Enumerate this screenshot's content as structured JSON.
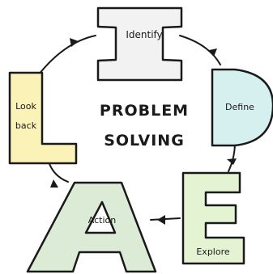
{
  "center_title": {
    "line1": "PROBLEM",
    "line2": "SOLVING"
  },
  "stages": [
    {
      "letter": "I",
      "label": "Identify",
      "fill": "#f2f2f2"
    },
    {
      "letter": "D",
      "label": "Define",
      "fill": "#d6f0ef"
    },
    {
      "letter": "E",
      "label": "Explore",
      "fill": "#e4f3d2"
    },
    {
      "letter": "A",
      "label": "Action",
      "fill": "#dcebd6"
    },
    {
      "letter": "L",
      "label": "Look back",
      "label_lines": [
        "Look",
        "back"
      ],
      "fill": "#fbf2b8"
    }
  ],
  "colors": {
    "outline": "#1a1a1a",
    "cycle_line": "#1a1a1a"
  }
}
